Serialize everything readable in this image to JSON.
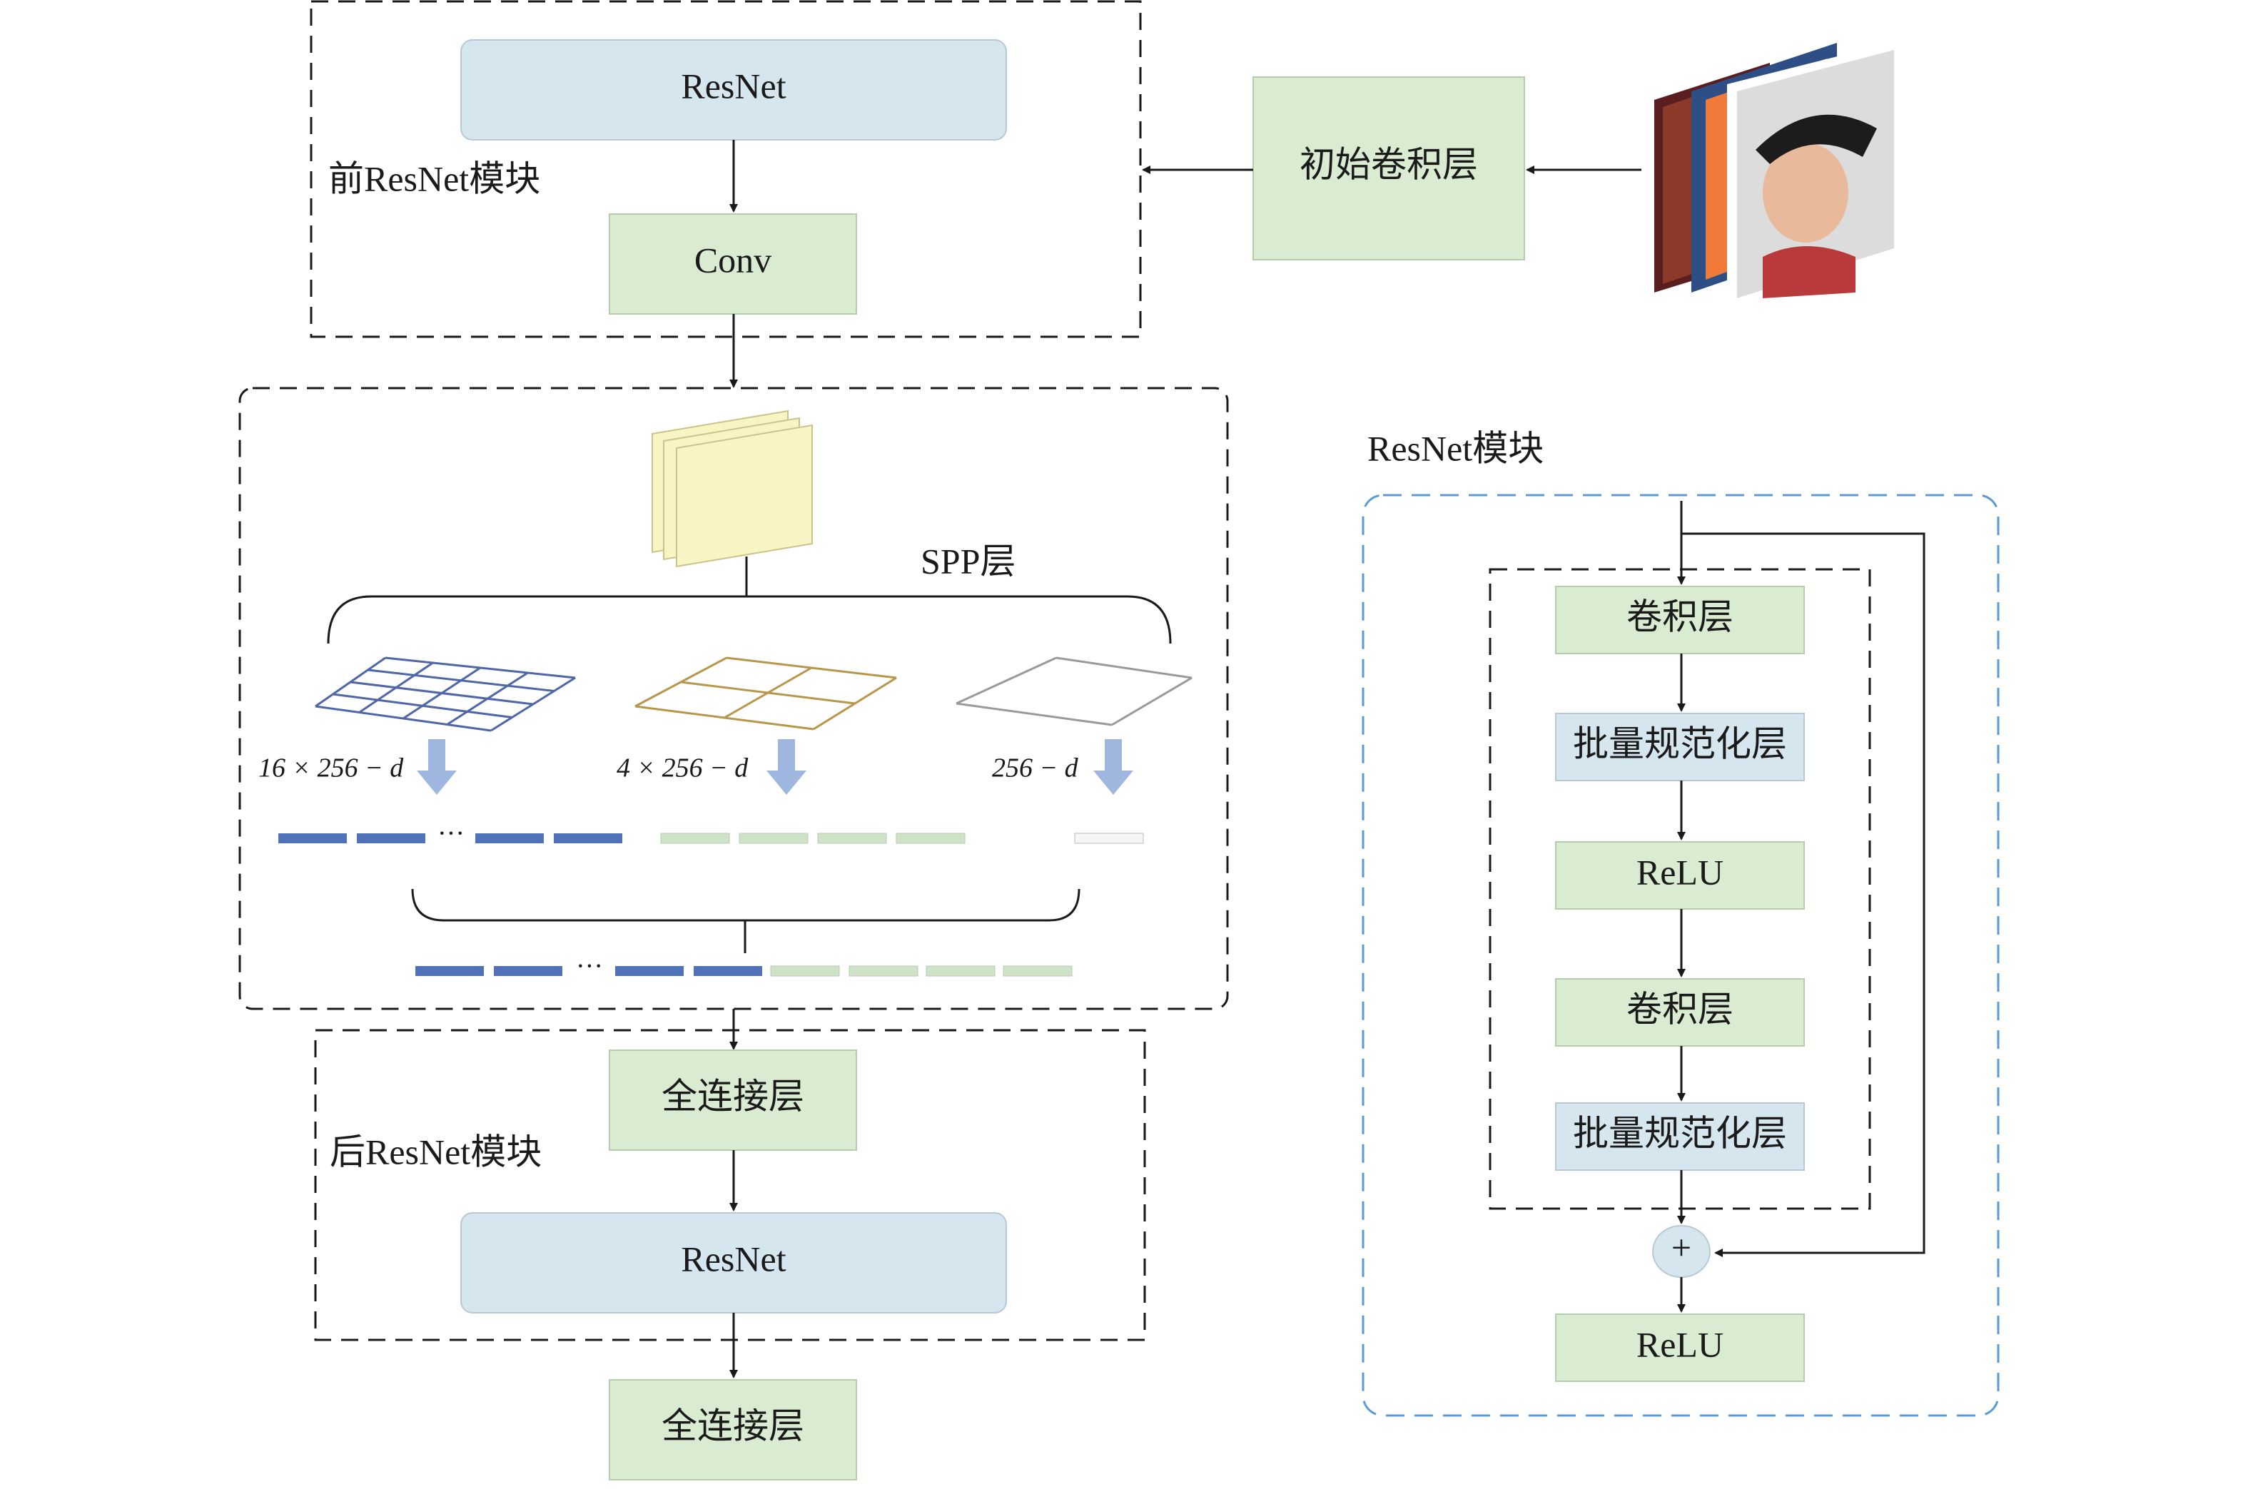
{
  "colors": {
    "green_box": "#d9ecd2",
    "blue_box": "#d6e6ef",
    "yellow_map": "#f8f4c4",
    "bar_blue": "#4f72b8",
    "bar_green": "#cfe3c8",
    "bar_white": "#f5f5f5",
    "grid_blue": "#4f67a8",
    "grid_tan": "#b8964a",
    "grid_gray": "#9a9a9a",
    "arrow_fill": "#9fb6de",
    "dash_blue": "#5b9bd5",
    "line": "#1a1a1a"
  },
  "pre_module": {
    "label": "前ResNet模块",
    "resnet": "ResNet",
    "conv": "Conv"
  },
  "initial_conv": "初始卷积层",
  "input_image": {
    "icon": "stacked-photos-icon"
  },
  "spp": {
    "label": "SPP层",
    "dims": [
      "16 × 256 − d",
      "4 × 256 − d",
      "256 − d"
    ],
    "ellipsis": "···",
    "bins": [
      16,
      4,
      1
    ]
  },
  "post_module": {
    "label": "后ResNet模块",
    "fc": "全连接层",
    "resnet": "ResNet"
  },
  "final_fc": "全连接层",
  "resnet_block": {
    "title": "ResNet模块",
    "layers": [
      "卷积层",
      "批量规范化层",
      "ReLU",
      "卷积层",
      "批量规范化层"
    ],
    "plus": "+",
    "output": "ReLU"
  }
}
